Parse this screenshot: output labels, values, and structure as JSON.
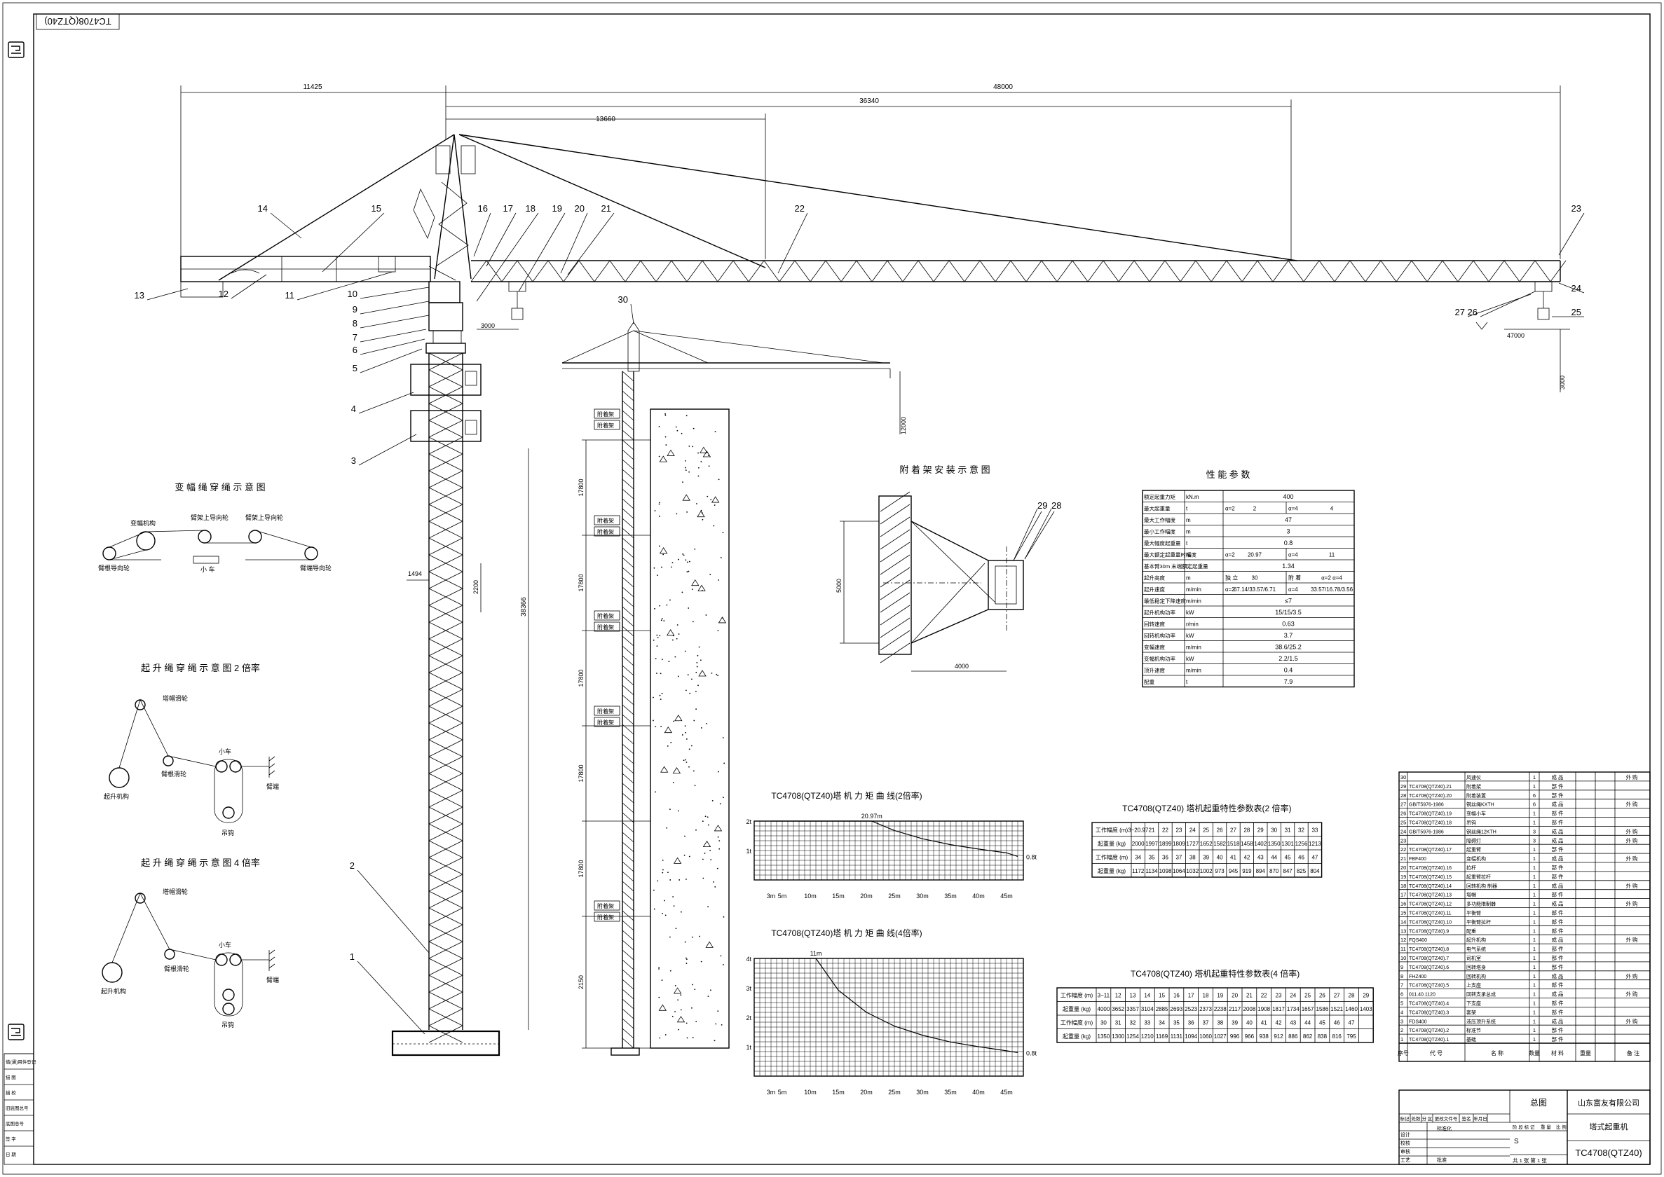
{
  "drawing_code_label": "TC4708(QTZ40)",
  "dimensions": {
    "counter_jib": "11425",
    "total_jib": "48000",
    "jib_36340": "36340",
    "jib_13660": "13660",
    "jib_end": "47000",
    "hook_3000_a": "3000",
    "hook_3000_b": "3000",
    "mast_height": "38366",
    "tie_spacing": "2200",
    "section_width": "1494",
    "small_crane_12000": "12000",
    "bay_1": "17800",
    "bay_2": "17800",
    "bay_3": "17800",
    "bay_4": "17800",
    "bay_5": "17800",
    "bay_base": "2150",
    "anchor_5000": "5000",
    "anchor_4000": "4000"
  },
  "part_callouts": [
    "1",
    "2",
    "3",
    "4",
    "5",
    "6",
    "7",
    "8",
    "9",
    "10",
    "11",
    "12",
    "13",
    "14",
    "15",
    "16",
    "17",
    "18",
    "19",
    "20",
    "21",
    "22",
    "23",
    "24",
    "25",
    "26",
    "27",
    "28",
    "29",
    "30"
  ],
  "anchor_tags": [
    "附着架",
    "附着架",
    "附着架",
    "附着架",
    "附着架",
    "附着架",
    "附着架",
    "附着架",
    "附着架",
    "附着架"
  ],
  "diagrams": {
    "luffing_rope": {
      "title": "变 幅 绳 穿 绳 示 意 图",
      "labels": {
        "drum": "变幅机构",
        "guide1": "臂架上导向轮",
        "guide2": "臂架上导向轮",
        "left_pulley": "臂根导向轮",
        "right_pulley": "臂端导向轮",
        "trolley": "小 车"
      }
    },
    "hoist_2x": {
      "title": "起 升 绳 穿 绳 示 意 图 2 倍率",
      "labels": {
        "top": "塔帽滑轮",
        "mid": "臂根滑轮",
        "drum": "起升机构",
        "trolley": "小车",
        "hook": "吊钩",
        "anchor": "臂端"
      }
    },
    "hoist_4x": {
      "title": "起 升 绳 穿 绳 示 意 图 4 倍率",
      "labels": {
        "top": "塔帽滑轮",
        "mid": "臂根滑轮",
        "drum": "起升机构",
        "trolley": "小车",
        "hook": "吊钩",
        "anchor": "臂端"
      }
    },
    "anchor_install": {
      "title": "附 着 架 安 装 示 意 图"
    }
  },
  "performance": {
    "title": "性 能 参 数",
    "rows": [
      [
        "额定起重力矩",
        "kN.m",
        "400",
        "",
        "",
        ""
      ],
      [
        "最大起重量",
        "t",
        "α=2",
        "2",
        "α=4",
        "4"
      ],
      [
        "最大工作幅度",
        "m",
        "47",
        "",
        "",
        ""
      ],
      [
        "最小工作幅度",
        "m",
        "3",
        "",
        "",
        ""
      ],
      [
        "最大幅度起重量",
        "t",
        "0.8",
        "",
        "",
        ""
      ],
      [
        "最大额定起重量时幅度",
        "m",
        "α=2",
        "20.97",
        "α=4",
        "11"
      ],
      [
        "基本臂30m 末端额定起重量",
        "t",
        "1.34",
        "",
        "",
        ""
      ],
      [
        "起升高度",
        "m",
        "独 立",
        "30",
        "附 着",
        "α=2 α=4"
      ],
      [
        "起升速度",
        "m/min",
        "α=2",
        "67.14/33.57/6.71",
        "α=4",
        "33.57/16.78/3.56"
      ],
      [
        "最低稳定下降速度",
        "m/min",
        "≤7",
        "",
        "",
        ""
      ],
      [
        "起升机构功率",
        "kW",
        "15/15/3.5",
        "",
        "",
        ""
      ],
      [
        "回转速度",
        "r/min",
        "0.63",
        "",
        "",
        ""
      ],
      [
        "回转机构功率",
        "kW",
        "3.7",
        "",
        "",
        ""
      ],
      [
        "变幅速度",
        "m/min",
        "38.6/25.2",
        "",
        "",
        ""
      ],
      [
        "变幅机构功率",
        "kW",
        "2.2/1.5",
        "",
        "",
        ""
      ],
      [
        "顶升速度",
        "m/min",
        "0.4",
        "",
        "",
        ""
      ],
      [
        "配重",
        "t",
        "7.9",
        "",
        "",
        ""
      ]
    ]
  },
  "chart_data": [
    {
      "type": "line",
      "title": "TC4708(QTZ40)塔 机 力 矩 曲 线(2倍率)",
      "xlabel": "",
      "ylabel": "",
      "x_ticks": [
        "3m",
        "5m",
        "10m",
        "15m",
        "20m",
        "25m",
        "30m",
        "35m",
        "40m",
        "45m"
      ],
      "y_ticks": [
        "2t",
        "1t"
      ],
      "annotations": [
        "20.97m",
        "0.8t"
      ],
      "x": [
        3,
        20.97,
        25,
        30,
        35,
        40,
        45,
        47
      ],
      "y": [
        2,
        2,
        1.68,
        1.4,
        1.2,
        1.05,
        0.92,
        0.8
      ],
      "xlim": [
        0,
        48
      ],
      "ylim": [
        0,
        2
      ]
    },
    {
      "type": "line",
      "title": "TC4708(QTZ40)塔 机 力 矩 曲 线(4倍率)",
      "xlabel": "",
      "ylabel": "",
      "x_ticks": [
        "3m",
        "5m",
        "10m",
        "15m",
        "20m",
        "25m",
        "30m",
        "35m",
        "40m",
        "45m"
      ],
      "y_ticks": [
        "4t",
        "3t",
        "2t",
        "1t"
      ],
      "annotations": [
        "11m",
        "0.8t"
      ],
      "x": [
        3,
        11,
        15,
        20,
        25,
        30,
        35,
        40,
        45,
        47
      ],
      "y": [
        4,
        4,
        2.92,
        2.17,
        1.7,
        1.39,
        1.16,
        1.0,
        0.86,
        0.8
      ],
      "xlim": [
        0,
        48
      ],
      "ylim": [
        0,
        4
      ]
    }
  ],
  "load_table_2x": {
    "title": "TC4708(QTZ40) 塔机起重特性参数表(2 倍率)",
    "rows": [
      [
        "工作幅度 (m)",
        "3~20.97",
        "21",
        "22",
        "23",
        "24",
        "25",
        "26",
        "27",
        "28",
        "29",
        "30",
        "31",
        "32",
        "33"
      ],
      [
        "起重量 (kg)",
        "2000",
        "1997",
        "1899",
        "1809",
        "1727",
        "1652",
        "1582",
        "1518",
        "1458",
        "1402",
        "1350",
        "1301",
        "1256",
        "1213"
      ],
      [
        "工作幅度 (m)",
        "34",
        "35",
        "36",
        "37",
        "38",
        "39",
        "40",
        "41",
        "42",
        "43",
        "44",
        "45",
        "46",
        "47"
      ],
      [
        "起重量 (kg)",
        "1172",
        "1134",
        "1098",
        "1064",
        "1032",
        "1002",
        "973",
        "945",
        "919",
        "894",
        "870",
        "847",
        "825",
        "804"
      ]
    ]
  },
  "load_table_4x": {
    "title": "TC4708(QTZ40) 塔机起重特性参数表(4 倍率)",
    "rows": [
      [
        "工作幅度 (m)",
        "3~11",
        "12",
        "13",
        "14",
        "15",
        "16",
        "17",
        "18",
        "19",
        "20",
        "21",
        "22",
        "23",
        "24",
        "25",
        "26",
        "27",
        "28",
        "29"
      ],
      [
        "起重量 (kg)",
        "4000",
        "3652",
        "3357",
        "3104",
        "2885",
        "2693",
        "2523",
        "2373",
        "2238",
        "2117",
        "2008",
        "1908",
        "1817",
        "1734",
        "1657",
        "1586",
        "1521",
        "1460",
        "1403"
      ],
      [
        "工作幅度 (m)",
        "30",
        "31",
        "32",
        "33",
        "34",
        "35",
        "36",
        "37",
        "38",
        "39",
        "40",
        "41",
        "42",
        "43",
        "44",
        "45",
        "46",
        "47",
        ""
      ],
      [
        "起重量 (kg)",
        "1350",
        "1300",
        "1254",
        "1210",
        "1169",
        "1131",
        "1094",
        "1060",
        "1027",
        "996",
        "966",
        "938",
        "912",
        "886",
        "862",
        "838",
        "816",
        "795",
        ""
      ]
    ]
  },
  "parts_list": [
    [
      "30",
      "",
      "风速仪",
      "1",
      "成 品",
      "",
      "外 购"
    ],
    [
      "29",
      "TC4708(QTZ40).21",
      "附着架",
      "1",
      "部 件",
      "",
      ""
    ],
    [
      "28",
      "TC4708(QTZ40).20",
      "附着装置",
      "6",
      "部 件",
      "",
      ""
    ],
    [
      "27",
      "GB/T5976-1986",
      "钢丝绳KXTH",
      "6",
      "成 品",
      "",
      "外 购"
    ],
    [
      "26",
      "TC4708(QTZ40).19",
      "变幅小车",
      "1",
      "部 件",
      "",
      ""
    ],
    [
      "25",
      "TC4708(QTZ40).18",
      "吊钩",
      "1",
      "部 件",
      "",
      ""
    ],
    [
      "24",
      "GB/T5976-1986",
      "钢丝绳12KTH",
      "3",
      "成 品",
      "",
      "外 购"
    ],
    [
      "23",
      "",
      "障碍灯",
      "3",
      "成 品",
      "",
      "外 购"
    ],
    [
      "22",
      "TC4708(QTZ40).17",
      "起重臂",
      "1",
      "部 件",
      "",
      ""
    ],
    [
      "21",
      "FBF400",
      "变幅机构",
      "1",
      "成 品",
      "",
      "外 购"
    ],
    [
      "20",
      "TC4708(QTZ40).16",
      "拉杆",
      "1",
      "部 件",
      "",
      ""
    ],
    [
      "19",
      "TC4708(QTZ40).15",
      "起重臂拉杆",
      "1",
      "部 件",
      "",
      ""
    ],
    [
      "18",
      "TC4708(QTZ40).14",
      "回转机构 制器",
      "1",
      "成 品",
      "",
      "外 购"
    ],
    [
      "17",
      "TC4708(QTZ40).13",
      "塔帽",
      "1",
      "部 件",
      "",
      ""
    ],
    [
      "16",
      "TC4708(QTZ40).12",
      "多功能限制器",
      "1",
      "成 品",
      "",
      "外 购"
    ],
    [
      "15",
      "TC4708(QTZ40).11",
      "平衡臂",
      "1",
      "部 件",
      "",
      ""
    ],
    [
      "14",
      "TC4708(QTZ40).10",
      "平衡臂拉杆",
      "1",
      "部 件",
      "",
      ""
    ],
    [
      "13",
      "TC4708(QTZ40).9",
      "配重",
      "1",
      "部 件",
      "",
      ""
    ],
    [
      "12",
      "FQS400",
      "起升机构",
      "1",
      "成 品",
      "",
      "外 购"
    ],
    [
      "11",
      "TC4708(QTZ40).8",
      "电气系统",
      "1",
      "部 件",
      "",
      ""
    ],
    [
      "10",
      "TC4708(QTZ40).7",
      "司机室",
      "1",
      "部 件",
      "",
      ""
    ],
    [
      "9",
      "TC4708(QTZ40).6",
      "回转塔身",
      "1",
      "部 件",
      "",
      ""
    ],
    [
      "8",
      "FHZ400",
      "回转机构",
      "1",
      "成 品",
      "",
      "外 购"
    ],
    [
      "7",
      "TC4708(QTZ40).5",
      "上支座",
      "1",
      "部 件",
      "",
      ""
    ],
    [
      "6",
      "011.40.1120",
      "回转支承总成",
      "1",
      "成 品",
      "",
      "外 购"
    ],
    [
      "5",
      "TC4708(QTZ40).4",
      "下支座",
      "1",
      "部 件",
      "",
      ""
    ],
    [
      "4",
      "TC4708(QTZ40).3",
      "套架",
      "1",
      "部 件",
      "",
      ""
    ],
    [
      "3",
      "FDS400",
      "液压顶升系统",
      "1",
      "成 品",
      "",
      "外 购"
    ],
    [
      "2",
      "TC4708(QTZ40).2",
      "标准节",
      "1",
      "部 件",
      "",
      ""
    ],
    [
      "1",
      "TC4708(QTZ40).1",
      "基础",
      "1",
      "部 件",
      "",
      ""
    ]
  ],
  "parts_header": [
    "序号",
    "代 号",
    "名 称",
    "数量",
    "材 料",
    "重量",
    "备 注"
  ],
  "title_block": {
    "company": "山东富友有限公司",
    "drawing_name": "总图",
    "product": "塔式起重机",
    "code": "TC4708(QTZ40)",
    "scale_mark": "S",
    "sheet_info": "共 1 张   第 1 张",
    "revision_headers": [
      "标记",
      "处数",
      "分 区",
      "更改文件号",
      "签名",
      "年月日"
    ],
    "roles": [
      "设计",
      "校核",
      "审核",
      "工艺"
    ],
    "std": "标准化",
    "approve": "批准",
    "stage_headers": [
      "阶 段 标 记",
      "重 量",
      "比 例"
    ]
  },
  "left_strip": [
    "借(通)用件登记",
    "描 图",
    "描 校",
    "旧底图总号",
    "底图总号",
    "签 字",
    "日 期"
  ]
}
